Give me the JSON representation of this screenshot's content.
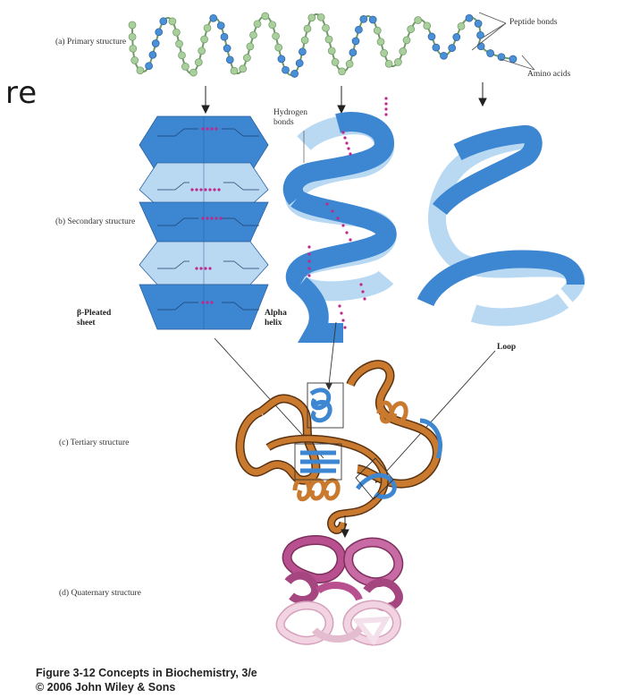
{
  "fragment_text": "re",
  "levels": {
    "primary": "(a) Primary structure",
    "secondary": "(b) Secondary structure",
    "tertiary": "(c) Tertiary structure",
    "quaternary": "(d) Quaternary structure"
  },
  "annotations": {
    "peptide_bonds": "Peptide bonds",
    "amino_acids": "Amino acids",
    "hydrogen_bonds_1": "Hydrogen",
    "hydrogen_bonds_2": "bonds",
    "pleated_1": "β-Pleated",
    "pleated_2": "sheet",
    "alpha_1": "Alpha",
    "alpha_2": "helix",
    "loop": "Loop"
  },
  "caption": {
    "line1": "Figure 3-12  Concepts in Biochemistry, 3/e",
    "line2": "© 2006 John Wiley & Sons"
  },
  "colors": {
    "bead_green": "#a9cf9c",
    "bead_blue": "#4a90d9",
    "ribbon_dark": "#3d86d2",
    "ribbon_light": "#b9d9f3",
    "hbond": "#c0288a",
    "tertiary_orange": "#c97a2e",
    "quaternary_dark": "#b8508f",
    "quaternary_light": "#f1d3e1"
  }
}
